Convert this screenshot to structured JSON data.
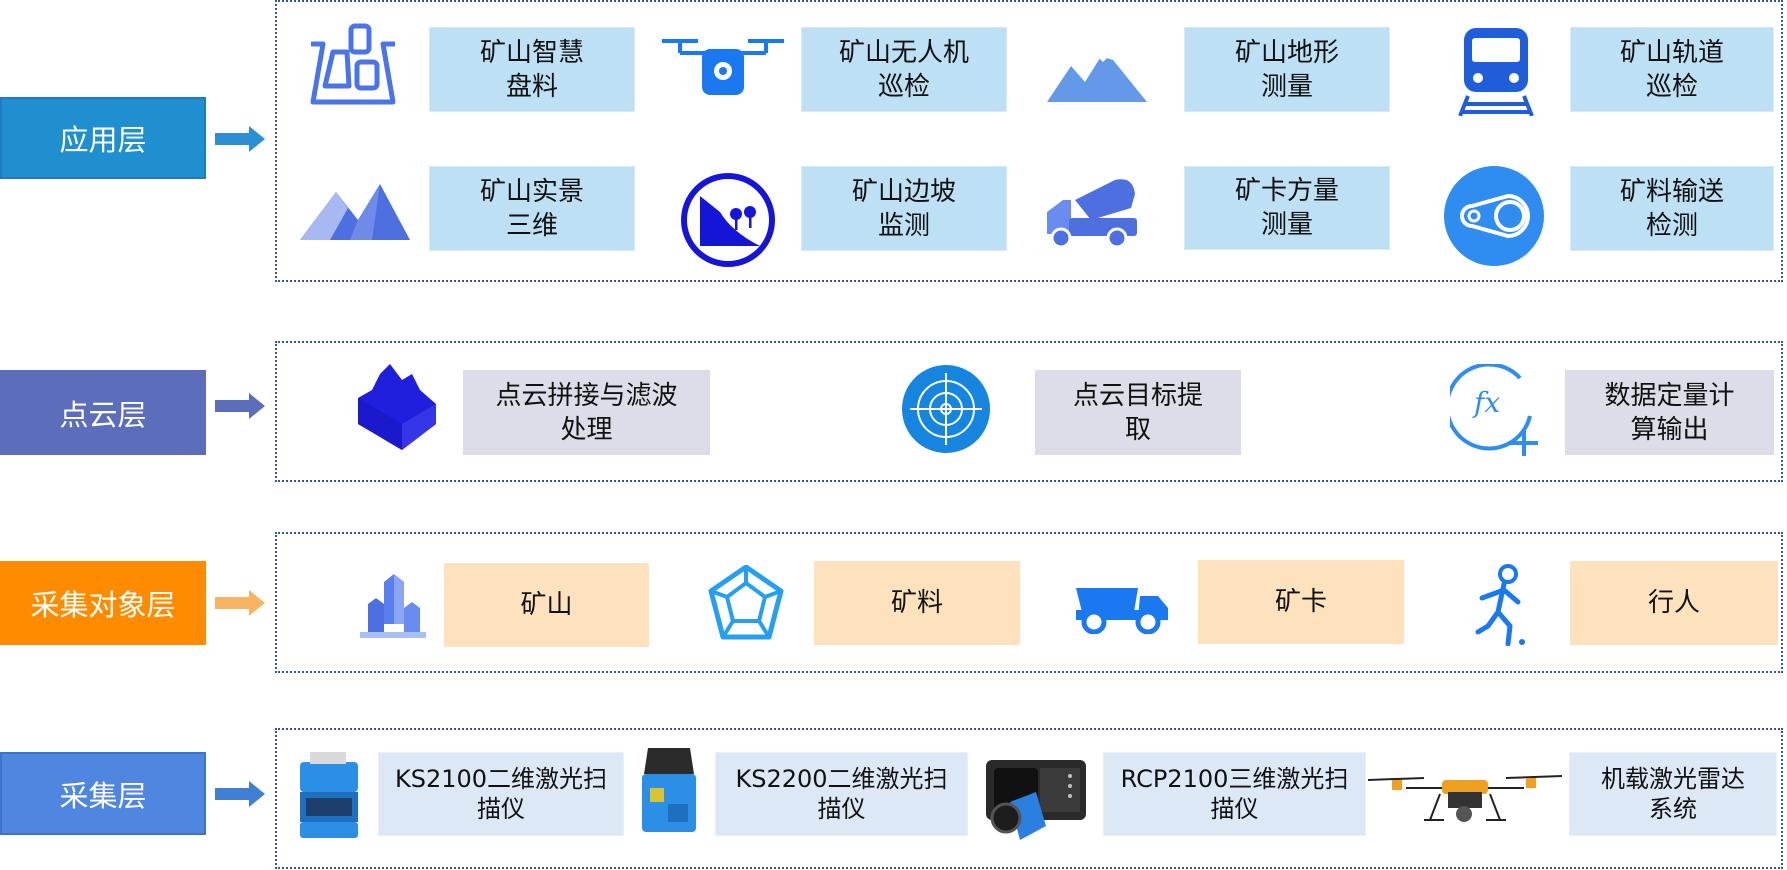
{
  "layers": {
    "application": {
      "label": "应用层",
      "color": "#1f8fd0",
      "items": [
        {
          "text": "矿山智慧\n盘料",
          "icon": "mine-inventory-icon"
        },
        {
          "text": "矿山无人机\n巡检",
          "icon": "drone-icon"
        },
        {
          "text": "矿山地形\n测量",
          "icon": "terrain-icon"
        },
        {
          "text": "矿山轨道\n巡检",
          "icon": "train-icon"
        },
        {
          "text": "矿山实景\n三维",
          "icon": "mountains-3d-icon"
        },
        {
          "text": "矿山边坡\n监测",
          "icon": "slope-monitor-icon"
        },
        {
          "text": "矿卡方量\n测量",
          "icon": "mixer-truck-icon"
        },
        {
          "text": "矿料输送\n检测",
          "icon": "conveyor-icon"
        }
      ]
    },
    "pointcloud": {
      "label": "点云层",
      "color": "#5b6dbb",
      "items": [
        {
          "text": "点云拼接与滤波\n处理",
          "icon": "crystal-layers-icon"
        },
        {
          "text": "点云目标提\n取",
          "icon": "target-icon"
        },
        {
          "text": "数据定量计\n算输出",
          "icon": "function-plus-icon"
        }
      ]
    },
    "objects": {
      "label": "采集对象层",
      "color": "#ff8c00",
      "items": [
        {
          "text": "矿山",
          "icon": "crystal-icon"
        },
        {
          "text": "矿料",
          "icon": "polyhedron-icon"
        },
        {
          "text": "矿卡",
          "icon": "dump-truck-icon"
        },
        {
          "text": "行人",
          "icon": "pedestrian-icon"
        }
      ]
    },
    "acquisition": {
      "label": "采集层",
      "color": "#4f86e0",
      "items": [
        {
          "text": "KS2100二维激光扫\n描仪",
          "icon": "ks2100-scanner-icon"
        },
        {
          "text": "KS2200二维激光扫\n描仪",
          "icon": "ks2200-scanner-icon"
        },
        {
          "text": "RCP2100三维激光扫\n描仪",
          "icon": "rcp2100-scanner-icon"
        },
        {
          "text": "机载激光雷达\n系统",
          "icon": "uav-lidar-icon"
        }
      ]
    }
  }
}
